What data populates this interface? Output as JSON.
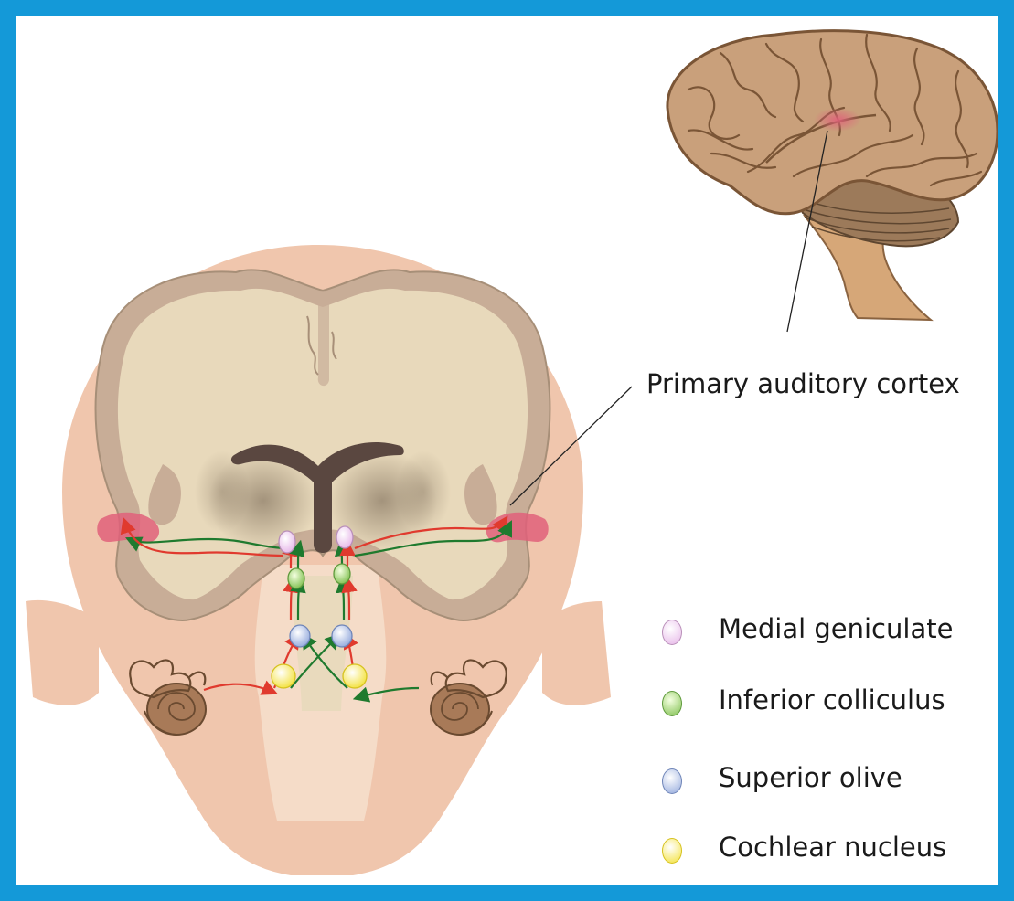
{
  "callout": "Primary auditory cortex",
  "legend": [
    {
      "label": "Medial geniculate",
      "color": "#eec8ee",
      "edge": "#b98fb9"
    },
    {
      "label": "Inferior colliculus",
      "color": "#b6dc8e",
      "edge": "#5f9a3c"
    },
    {
      "label": "Superior olive",
      "color": "#b9c8ea",
      "edge": "#6f85b8"
    },
    {
      "label": "Cochlear nucleus",
      "color": "#fff58a",
      "edge": "#d6c21f"
    }
  ],
  "colors": {
    "border": "#1499d8",
    "skin": "#f0c6ad",
    "brain": "#e8d9bb",
    "cortex": "#c8ad97",
    "auditory_cortex": "#e0607a",
    "ascending_path": "#e03a2e",
    "descending_path": "#1f7a2e"
  }
}
